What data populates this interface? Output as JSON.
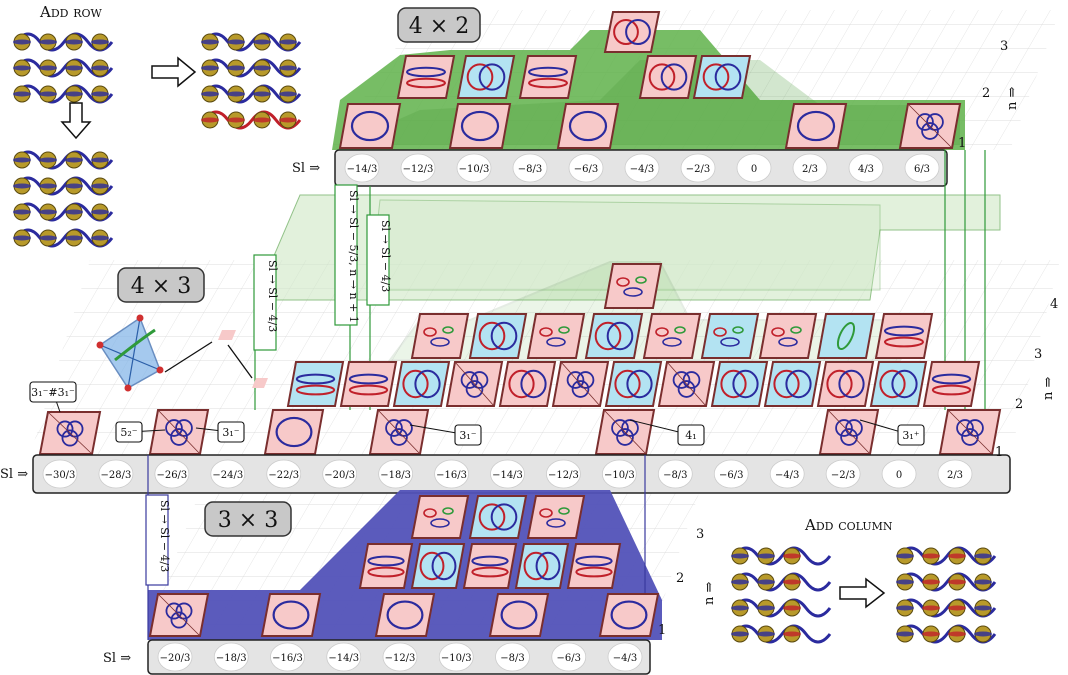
{
  "labels": {
    "add_row": "Add row",
    "add_column": "Add column",
    "grid_4x2": "4 × 2",
    "grid_4x3": "4 × 3",
    "grid_3x3": "3 × 3",
    "sl_arrow": "Sl ⇒",
    "n_arrow": "n ⇒",
    "rule_main": "Sl → Sl − 5/3, n → n + 1",
    "rule_short": "Sl → Sl − 4/3"
  },
  "knot_labels": {
    "composite": "3₁⁻#3₁⁻",
    "k52": "5₂⁻",
    "k31_a": "3₁⁻",
    "k31_b": "3₁⁻",
    "k41": "4₁",
    "k31_plus": "3₁⁺"
  },
  "top_panel": {
    "sl_values": [
      "−14/3",
      "−12/3",
      "−10/3",
      "−8/3",
      "−6/3",
      "−4/3",
      "−2/3",
      "0",
      "2/3",
      "4/3",
      "6/3"
    ],
    "n_levels": [
      "1",
      "2",
      "3"
    ]
  },
  "middle_panel": {
    "sl_values": [
      "−30/3",
      "−28/3",
      "−26/3",
      "−24/3",
      "−22/3",
      "−20/3",
      "−18/3",
      "−16/3",
      "−14/3",
      "−12/3",
      "−10/3",
      "−8/3",
      "−6/3",
      "−4/3",
      "−2/3",
      "0",
      "2/3"
    ],
    "n_levels": [
      "1",
      "2",
      "3",
      "4"
    ]
  },
  "bottom_panel": {
    "sl_values": [
      "−20/3",
      "−18/3",
      "−16/3",
      "−14/3",
      "−12/3",
      "−10/3",
      "−8/3",
      "−6/3",
      "−4/3"
    ],
    "n_levels": [
      "1",
      "2",
      "3"
    ]
  },
  "colors": {
    "green_fill": "#5fb24a",
    "green_light": "#cfe8c6",
    "blue_fill": "#5252b8",
    "tile_pink": "#f7c9c9",
    "tile_cyan": "#b3e3f2",
    "tile_border": "#7a2e2e",
    "label_box_gray": "#c8c8c8",
    "knot_blue": "#2b2b9e",
    "knot_red": "#c0202a",
    "knot_green": "#2f9a3a",
    "bead_gold": "#b89a2a"
  }
}
